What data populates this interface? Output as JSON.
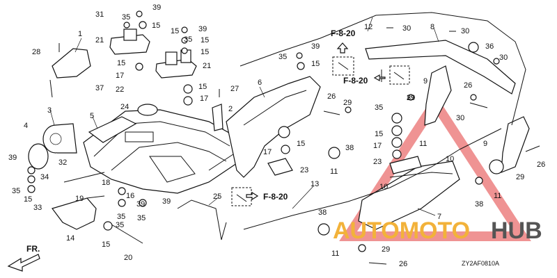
{
  "labels": [
    {
      "id": "p1",
      "text": "1"
    },
    {
      "id": "p2",
      "text": "2"
    },
    {
      "id": "p3",
      "text": "3"
    },
    {
      "id": "p4",
      "text": "4"
    },
    {
      "id": "p5",
      "text": "5"
    },
    {
      "id": "p6",
      "text": "6"
    },
    {
      "id": "p7",
      "text": "7"
    },
    {
      "id": "p8",
      "text": "8"
    },
    {
      "id": "p9a",
      "text": "9"
    },
    {
      "id": "p9b",
      "text": "9"
    },
    {
      "id": "p10a",
      "text": "10"
    },
    {
      "id": "p10b",
      "text": "10"
    },
    {
      "id": "p11a",
      "text": "11"
    },
    {
      "id": "p11b",
      "text": "11"
    },
    {
      "id": "p11c",
      "text": "11"
    },
    {
      "id": "p11d",
      "text": "11"
    },
    {
      "id": "p12",
      "text": "12"
    },
    {
      "id": "p13",
      "text": "13"
    },
    {
      "id": "p14",
      "text": "14"
    },
    {
      "id": "p15a",
      "text": "15"
    },
    {
      "id": "p15b",
      "text": "15"
    },
    {
      "id": "p15c",
      "text": "15"
    },
    {
      "id": "p15d",
      "text": "15"
    },
    {
      "id": "p15e",
      "text": "15"
    },
    {
      "id": "p15f",
      "text": "15"
    },
    {
      "id": "p15g",
      "text": "15"
    },
    {
      "id": "p15h",
      "text": "15"
    },
    {
      "id": "p15i",
      "text": "15"
    },
    {
      "id": "p15j",
      "text": "15"
    },
    {
      "id": "p15k",
      "text": "15"
    },
    {
      "id": "p16",
      "text": "16"
    },
    {
      "id": "p17a",
      "text": "17"
    },
    {
      "id": "p17b",
      "text": "17"
    },
    {
      "id": "p17c",
      "text": "17"
    },
    {
      "id": "p17d",
      "text": "17"
    },
    {
      "id": "p18",
      "text": "18"
    },
    {
      "id": "p19",
      "text": "19"
    },
    {
      "id": "p20",
      "text": "20"
    },
    {
      "id": "p21a",
      "text": "21"
    },
    {
      "id": "p21b",
      "text": "21"
    },
    {
      "id": "p22",
      "text": "22"
    },
    {
      "id": "p23a",
      "text": "23"
    },
    {
      "id": "p23b",
      "text": "23"
    },
    {
      "id": "p24",
      "text": "24"
    },
    {
      "id": "p25",
      "text": "25"
    },
    {
      "id": "p26a",
      "text": "26"
    },
    {
      "id": "p26b",
      "text": "26"
    },
    {
      "id": "p26c",
      "text": "26"
    },
    {
      "id": "p26d",
      "text": "26"
    },
    {
      "id": "p27",
      "text": "27"
    },
    {
      "id": "p28",
      "text": "28"
    },
    {
      "id": "p29a",
      "text": "29"
    },
    {
      "id": "p29b",
      "text": "29"
    },
    {
      "id": "p29c",
      "text": "29"
    },
    {
      "id": "p29d",
      "text": "29"
    },
    {
      "id": "p30a",
      "text": "30"
    },
    {
      "id": "p30b",
      "text": "30"
    },
    {
      "id": "p30c",
      "text": "30"
    },
    {
      "id": "p30d",
      "text": "30"
    },
    {
      "id": "p31",
      "text": "31"
    },
    {
      "id": "p32",
      "text": "32"
    },
    {
      "id": "p33",
      "text": "33"
    },
    {
      "id": "p34",
      "text": "34"
    },
    {
      "id": "p35a",
      "text": "35"
    },
    {
      "id": "p35b",
      "text": "35"
    },
    {
      "id": "p35c",
      "text": "35"
    },
    {
      "id": "p35d",
      "text": "35"
    },
    {
      "id": "p35e",
      "text": "35"
    },
    {
      "id": "p35f",
      "text": "35"
    },
    {
      "id": "p35g",
      "text": "35"
    },
    {
      "id": "p35h",
      "text": "35"
    },
    {
      "id": "p36",
      "text": "36"
    },
    {
      "id": "p37",
      "text": "37"
    },
    {
      "id": "p38a",
      "text": "38"
    },
    {
      "id": "p38b",
      "text": "38"
    },
    {
      "id": "p38c",
      "text": "38"
    },
    {
      "id": "p39a",
      "text": "39"
    },
    {
      "id": "p39b",
      "text": "39"
    },
    {
      "id": "p39c",
      "text": "39"
    },
    {
      "id": "p39d",
      "text": "39"
    },
    {
      "id": "p39e",
      "text": "39"
    },
    {
      "id": "p39f",
      "text": "39"
    },
    {
      "id": "p39g",
      "text": "39"
    }
  ],
  "references": {
    "ref1": "F-8-20",
    "ref2": "F-8-20",
    "ref3": "F-8-20"
  },
  "front_marker": "FR.",
  "diagram_code": "ZY2AF0810A",
  "watermark": {
    "part1": "AUTOMOTO",
    "part2": "HUB",
    "accent": "#f2b23a",
    "dark": "#555555",
    "triangle": "#e23b3b"
  }
}
